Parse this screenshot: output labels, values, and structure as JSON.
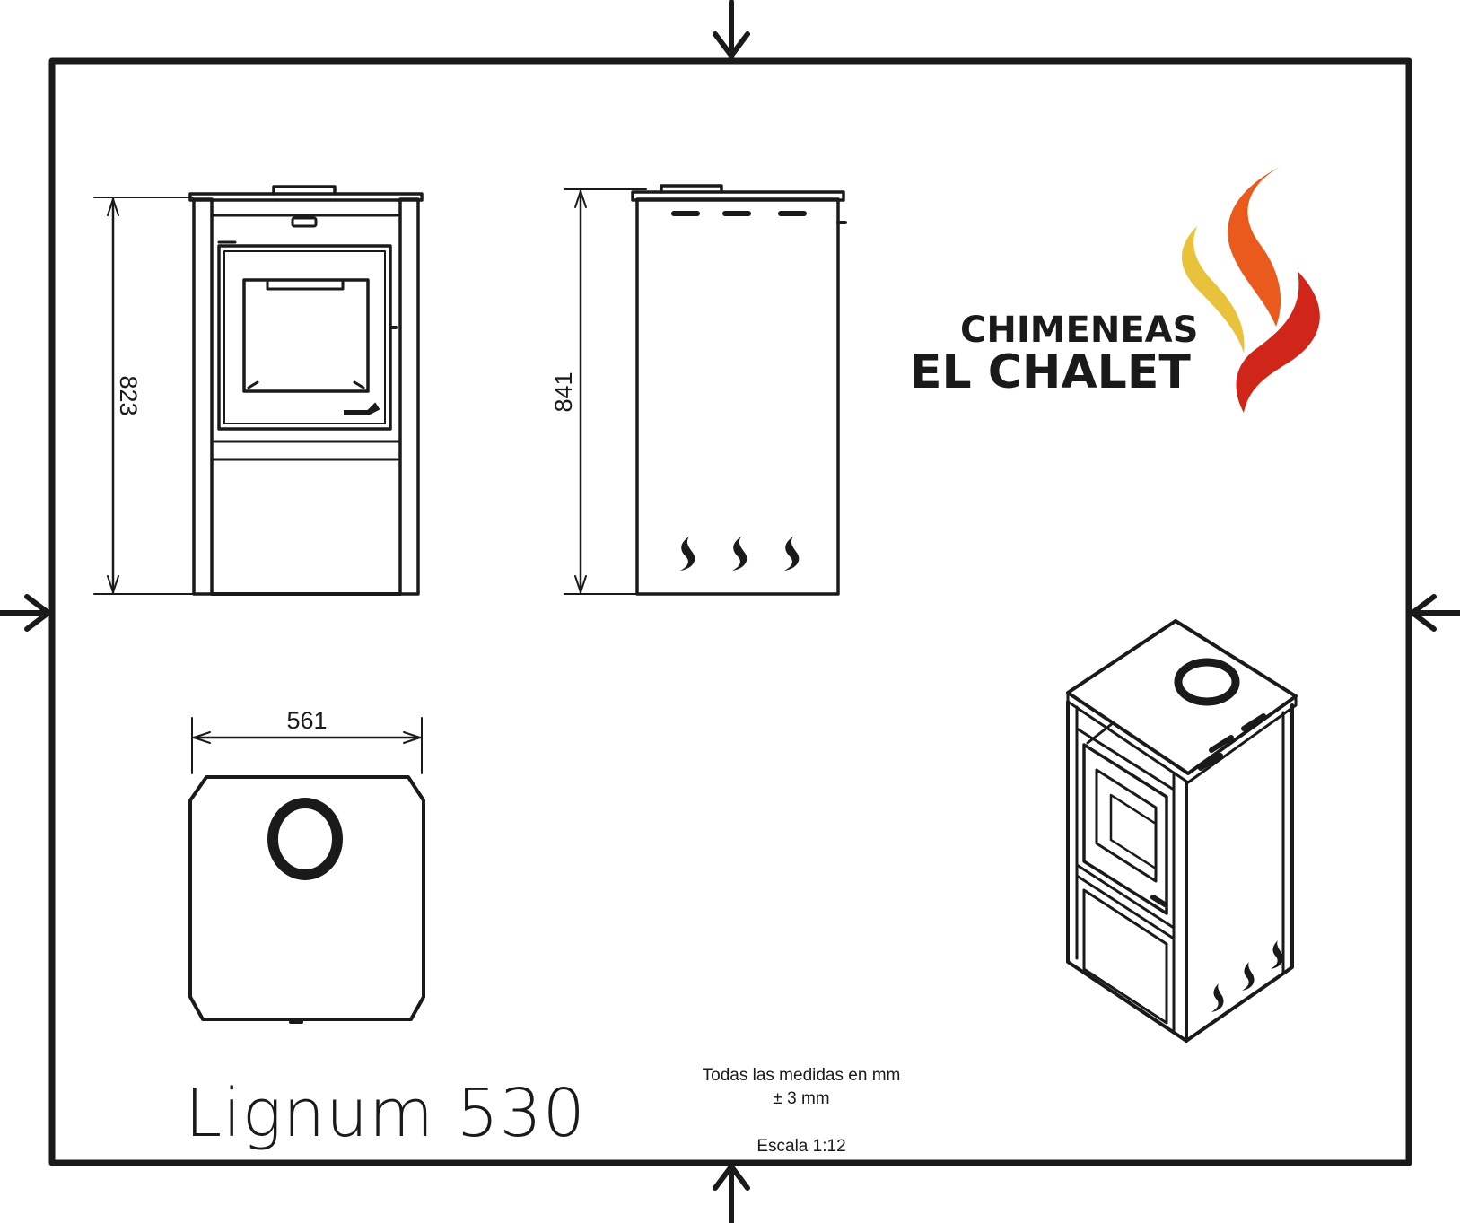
{
  "product": {
    "title": "Lignum 530"
  },
  "dimensions": {
    "front_height": "823",
    "side_height": "841",
    "top_width": "561"
  },
  "notes": {
    "line1": "Todas las medidas en mm",
    "line2": "± 3 mm",
    "scale": "Escala 1:12"
  },
  "brand": {
    "line1": "CHIMENEAS",
    "line2": "EL CHALET",
    "flame_colors": [
      "#e8c23a",
      "#ea5a1c",
      "#d0261a"
    ]
  },
  "colors": {
    "ink": "#1a1a1a",
    "background": "#ffffff"
  }
}
